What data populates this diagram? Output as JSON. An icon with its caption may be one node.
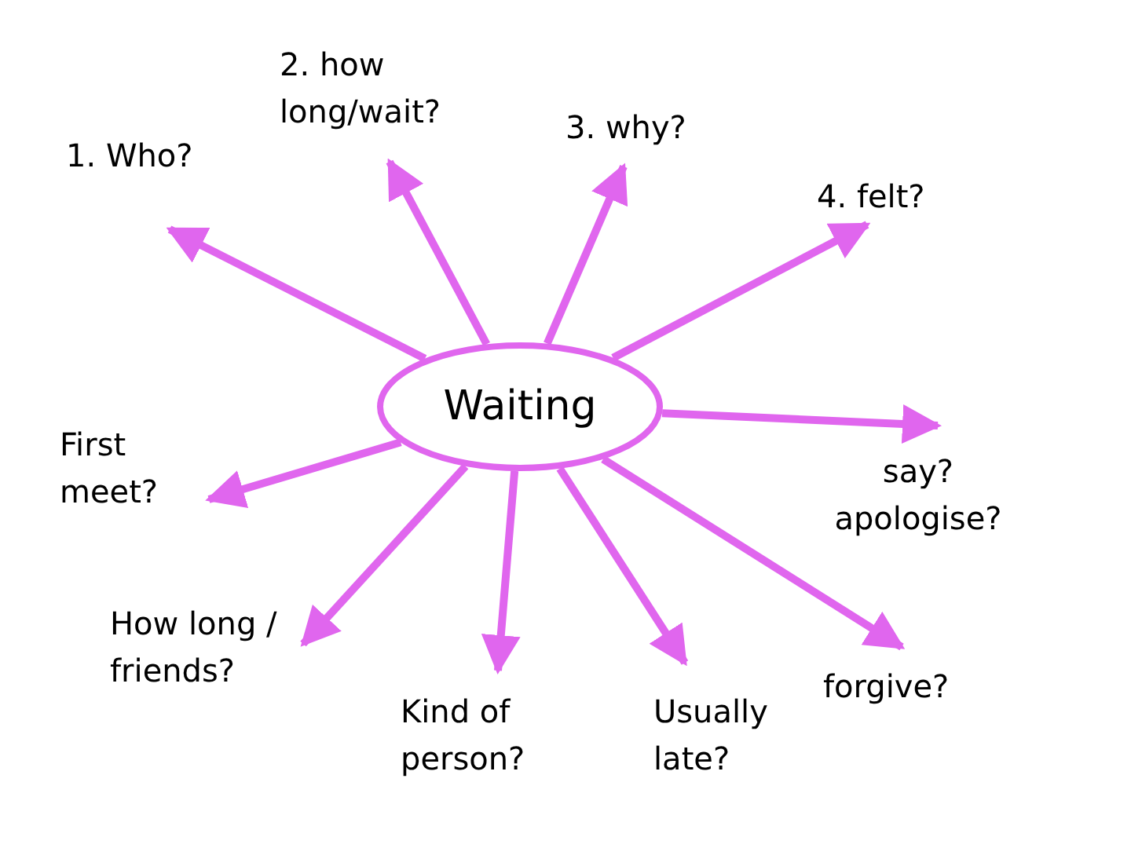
{
  "diagram": {
    "nodes": [
      {
        "text": [
          "Waiting"
        ]
      },
      {
        "text": [
          "1. Who?"
        ]
      },
      {
        "text": [
          "2. how long/wait?"
        ]
      },
      {
        "text": [
          "3. why?"
        ]
      },
      {
        "text": [
          "4. felt?"
        ]
      },
      {
        "text": [
          "say? apologise?"
        ]
      },
      {
        "text": [
          "forgive?"
        ]
      },
      {
        "text": [
          "Usually late?"
        ]
      },
      {
        "text": [
          "Kind of person?"
        ]
      },
      {
        "text": [
          "How long / friends?"
        ]
      },
      {
        "text": [
          "First meet?"
        ]
      }
    ],
    "edges": [
      {
        "from": 0,
        "to": 1,
        "arrow": "to"
      },
      {
        "from": 0,
        "to": 2,
        "arrow": "to"
      },
      {
        "from": 0,
        "to": 3,
        "arrow": "to"
      },
      {
        "from": 0,
        "to": 4,
        "arrow": "to"
      },
      {
        "from": 0,
        "to": 5,
        "arrow": "to"
      },
      {
        "from": 0,
        "to": 6,
        "arrow": "to"
      },
      {
        "from": 0,
        "to": 7,
        "arrow": "to"
      },
      {
        "from": 0,
        "to": 8,
        "arrow": "to"
      },
      {
        "from": 0,
        "to": 9,
        "arrow": "to"
      },
      {
        "from": 0,
        "to": 10,
        "arrow": "to"
      }
    ]
  }
}
